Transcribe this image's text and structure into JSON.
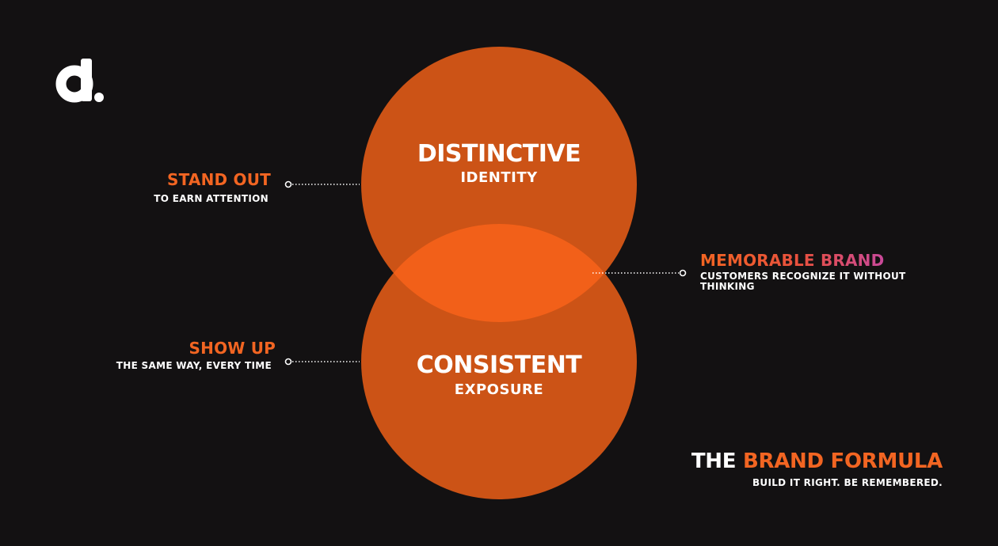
{
  "colors": {
    "background": "#131112",
    "circle": "#cc5316",
    "overlap": "#f26019",
    "accent": "#f26522",
    "accent_end": "#c9499a",
    "text": "#ffffff"
  },
  "logo": {
    "icon": "d-dot-logo",
    "text": "d."
  },
  "circles": {
    "top": {
      "title": "DISTINCTIVE",
      "subtitle": "IDENTITY"
    },
    "bottom": {
      "title": "CONSISTENT",
      "subtitle": "EXPOSURE"
    }
  },
  "callouts": {
    "stand_out": {
      "title": "STAND OUT",
      "subtitle": "TO EARN ATTENTION"
    },
    "show_up": {
      "title": "SHOW UP",
      "subtitle": "THE SAME WAY, EVERY TIME"
    },
    "memorable": {
      "title": "MEMORABLE BRAND",
      "subtitle_line1": "CUSTOMERS RECOGNIZE IT WITHOUT",
      "subtitle_line2": "THINKING"
    }
  },
  "footer": {
    "title_plain": "THE",
    "title_accent": "BRAND FORMULA",
    "tagline": "BUILD IT RIGHT. BE REMEMBERED."
  }
}
